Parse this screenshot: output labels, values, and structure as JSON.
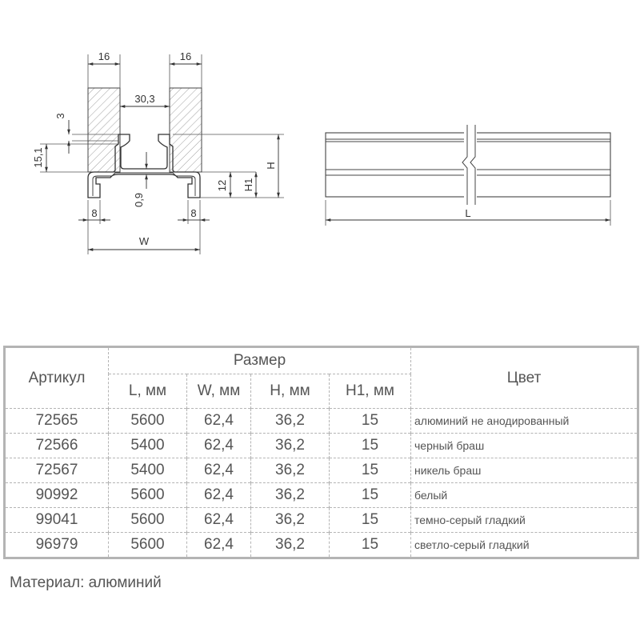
{
  "drawing": {
    "section": {
      "wall_left_thickness": "16",
      "wall_right_thickness": "16",
      "gap_width": "30,3",
      "top_offset": "3",
      "flange_height": "15,1",
      "wall_thickness": "0,9",
      "side_height": "12",
      "h1_label": "H1",
      "h_label": "H",
      "leg_left": "8",
      "leg_right": "8",
      "w_label": "W"
    },
    "side_view": {
      "l_label": "L"
    }
  },
  "table": {
    "headers": {
      "article": "Артикул",
      "size": "Размер",
      "color": "Цвет",
      "l": "L, мм",
      "w": "W, мм",
      "h": "H, мм",
      "h1": "H1, мм"
    },
    "rows": [
      {
        "article": "72565",
        "l": "5600",
        "w": "62,4",
        "h": "36,2",
        "h1": "15",
        "color": "алюминий не анодированный"
      },
      {
        "article": "72566",
        "l": "5400",
        "w": "62,4",
        "h": "36,2",
        "h1": "15",
        "color": "черный браш"
      },
      {
        "article": "72567",
        "l": "5400",
        "w": "62,4",
        "h": "36,2",
        "h1": "15",
        "color": "никель браш"
      },
      {
        "article": "90992",
        "l": "5600",
        "w": "62,4",
        "h": "36,2",
        "h1": "15",
        "color": "белый"
      },
      {
        "article": "99041",
        "l": "5600",
        "w": "62,4",
        "h": "36,2",
        "h1": "15",
        "color": "темно-серый гладкий"
      },
      {
        "article": "96979",
        "l": "5600",
        "w": "62,4",
        "h": "36,2",
        "h1": "15",
        "color": "светло-серый гладкий"
      }
    ]
  },
  "note": "Материал: алюминий"
}
